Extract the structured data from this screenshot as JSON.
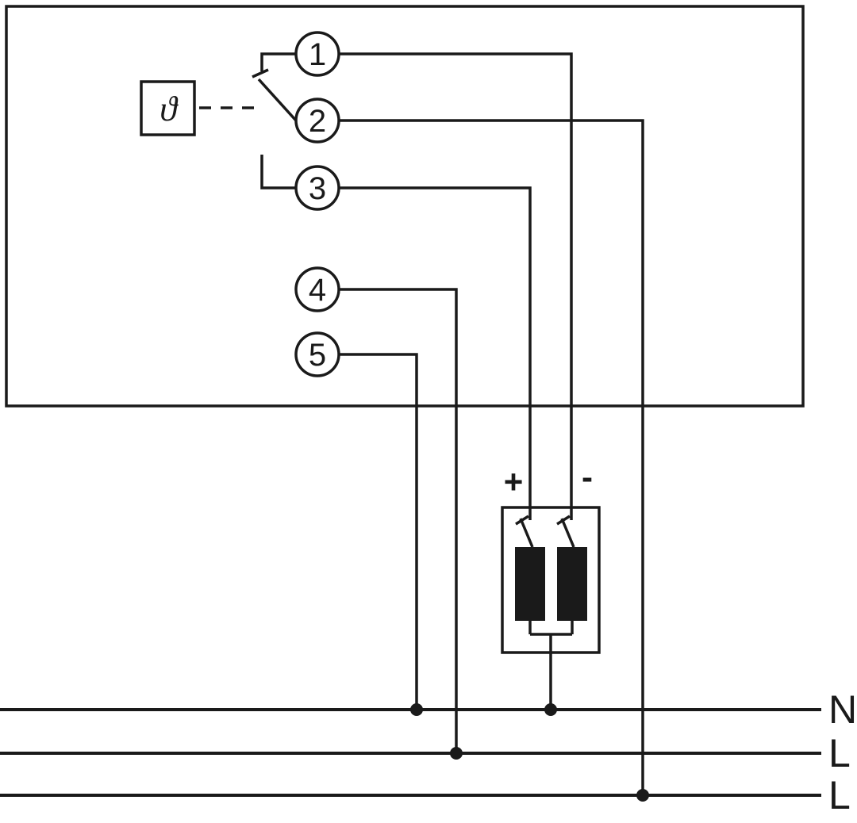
{
  "diagram": {
    "type": "wiring-schematic",
    "colors": {
      "line": "#1a1a1a",
      "background": "#ffffff",
      "coil_fill": "#1a1a1a"
    },
    "terminals": [
      {
        "label": "1"
      },
      {
        "label": "2"
      },
      {
        "label": "3"
      },
      {
        "label": "4"
      },
      {
        "label": "5"
      }
    ],
    "sensor": {
      "symbol": "ϑ"
    },
    "actuator": {
      "plus": "+",
      "minus": "-"
    },
    "bus_labels": [
      {
        "label": "N"
      },
      {
        "label": "L"
      },
      {
        "label": "L"
      }
    ]
  }
}
